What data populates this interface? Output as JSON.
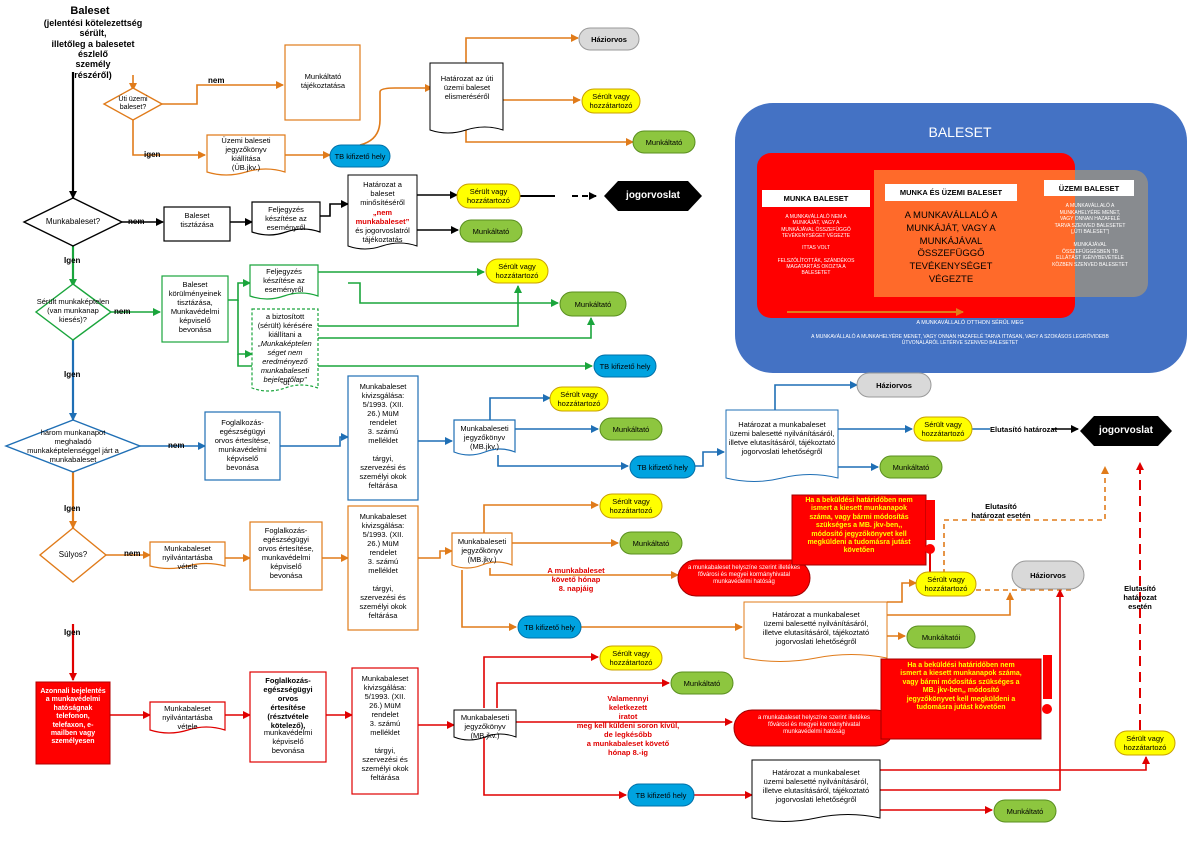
{
  "start_title": "Baleset",
  "start_sub": "(jelentési kötelezettség sérült,\nilletőleg a balesetet észlelő\nszemély\nrészéről)",
  "d_uti": "Úti üzemi\nbaleset?",
  "nem": "nem",
  "igen": "Igen",
  "igen_lc": "igen",
  "munkaltato_tajek": "Munkáltató\ntájékoztatása",
  "ub_jkv": "Üzemi baleseti\njegyzőkönyv\nkiállítása\n(ÜB.jkv.)",
  "tb": "TB kifizető hely",
  "hat_uti": "Határozat az úti\nüzemi baleset\nelismeréséről",
  "hazi": "Háziorvos",
  "serult": "Sérült vagy\nhozzátartozó",
  "munkaltato": "Munkáltató",
  "munkaltatoi": "Munkáltatói",
  "jogorv": "jogorvoslat",
  "d_mb": "Munkabaleset?",
  "bal_tisz": "Baleset\ntisztázása",
  "feljegyzes": "Feljegyzés\nkészítése az\neseményről",
  "hat_nem_a": "Határozat a\nbaleset\nminősítéséről",
  "hat_nem_b": "„nem\nmunkabaleset”",
  "hat_nem_c": "és jogorvoslatról\ntájékoztatás",
  "d_mk": "Sérült munkaképtelen\n(van munkanap\nkiesés)?",
  "bal_kor": "Baleset\nkörülményeinek\ntisztázása,\nMunkavédelmi\nképviselő\nbevonása",
  "bizt_a": "a biztosított\n(sérült) kérésére\nkiállítani a",
  "bizt_b": "„Munkaképtelen\nséget nem\neredményező\nmunkabaleseti\nbejelentőlap”",
  "bizt_c": "-ot",
  "d_harom": "három munkanapot\nmeghaladó\nmunkaképtelenséggel járt a\nmunkabaleset",
  "fogl": "Foglalkozás-\negészségügyi\norvos értesítése,\nmunkavédelmi\nképviselő\nbevonása",
  "kivizsg": "Munkabaleset\nkivizsgálása:\n5/1993. (XII.\n26.) MüM\nrendelet\n3. számú\nmelléklet\n\ntárgyi,\nszervezési és\nszemélyi okok\nfeltárása",
  "mb_jkv": "Munkabaleseti\njegyzőkönyv\n(MB.jkv.)",
  "hat_mb": "Határozat a munkabaleset\nüzemi balesetté nyilvánításáról,\nilletve elutasításáról, tájékoztató\njogorvoslati lehetőségről",
  "elut_hat": "Elutasító határozat",
  "elut_hat_eseten": "Elutasító\nhatározat esetén",
  "elut_eseten": "Elutasító\nhatározat\nesetén",
  "d_sulyos": "Súlyos?",
  "nyilv": "Munkabaleset\nnyilvántartásba\nvétele",
  "fogl_kot_a": "Foglalkozás-\negészségügyi\norvos\nértesítése\n(résztvétele\nkötelező),",
  "fogl_kot_b": "munkavédelmi\nképviselő\nbevonása",
  "nap8": "A munkabaleset\nkövető hónap\n8. napjáig",
  "hatosag": "a munkabaleset helyszíne szerint illetékes\nfővárosi és megyei kormányhivatal\nmunkavédelmi hatóság",
  "warn1": "Ha a beküldési határidőben nem\nismert a kiesett munkanapok\nszáma, vagy bármi módosítás\nszükséges a MB. jkv-ben,,\nmódosító jegyzőkönyvet kell\nmegküldeni a tudomásra jutást\nkövetően",
  "warn2": "Ha a beküldési határidőben nem\nismert a kiesett munkanapok száma,\nvagy bármi módosítás szükséges a\nMB. jkv-ben,, módosító\njegyzőkönyvet kell megküldeni a\ntudomásra jutást követően",
  "azonnali": "Azonnali bejelentés\na munkavédelmi\nhatóságnak\ntelefonon,\ntelefaxon, e-\nmailben vagy\nszemélyesen",
  "valamennyi": "Valamennyi\nkeletkezett\niratot\nmeg kell küldeni soron kívül,\nde legkésőbb\na munkabaleset követő\nhónap 8.-ig",
  "venn": {
    "title": "BALESET",
    "mb_title": "MUNKA BALESET",
    "mb_body": "A MUNKAVÁLLALÓ NEM A\nMUNKÁJÁT, VAGY A\nMUNKÁJÁVAL ÖSSZEFÜGGŐ\nTEVÉKENYSÉGET VÉGEZTE\n\nITTAS VOLT\n\nFELSZÓLÍTOTTÁK, SZÁNDÉKOS\nMAGATARTÁS OKOZTA A\nBALESETET",
    "both_title": "MUNKA ÉS ÜZEMI BALESET",
    "both_body": "A MUNKAVÁLLALÓ A\nMUNKÁJÁT, VAGY A\nMUNKÁJÁVAL\nÖSSZEFÜGGŐ\nTEVÉKENYSÉGET\nVÉGEZTE",
    "ub_title": "ÜZEMI BALESET",
    "ub_body": "A MUNKAVÁLLALÓ A\nMUNKAHELYÉRE MENET,\nVAGY ONNAN HAZAFELÉ\nTARVA SZENVED BALESETET\n(„ÚTI BALESET”)\n\nMUNKÁJÁVAL\nÖSSZEFÜGGÉSBEN TB\nELLÁTÁST IGÉNYBEVÉTELE\nKÖZBEN SZENVED BALESETET",
    "otthon": "A MUNKAVÁLLALÓ OTTHON SÉRÜL MEG",
    "bottom": "A MUNKAVÁLLALÓ A MUNKAHELYÉRE MENET, VAGY ONNAN HAZAFELÉ TARVA ITTASAN, VAGY A SZOKÁSOS LEGRÖVIDEBB\nÚTVONALÁRÓL LETÉRVE SZENVED BALESETET"
  },
  "colors": {
    "orange": "#e07b1a",
    "green": "#1aa53c",
    "blue": "#1f6fb5",
    "red": "#e00000",
    "black": "#000000",
    "yellow": "#ffff00",
    "pillgreen": "#8dc63f",
    "pillblue": "#00a3e0",
    "gray": "#d9d9d9",
    "venn_blue": "#4472c4",
    "venn_red": "#ff0000",
    "venn_orange": "#ff6a2a",
    "venn_gray": "#8c8c8c"
  }
}
